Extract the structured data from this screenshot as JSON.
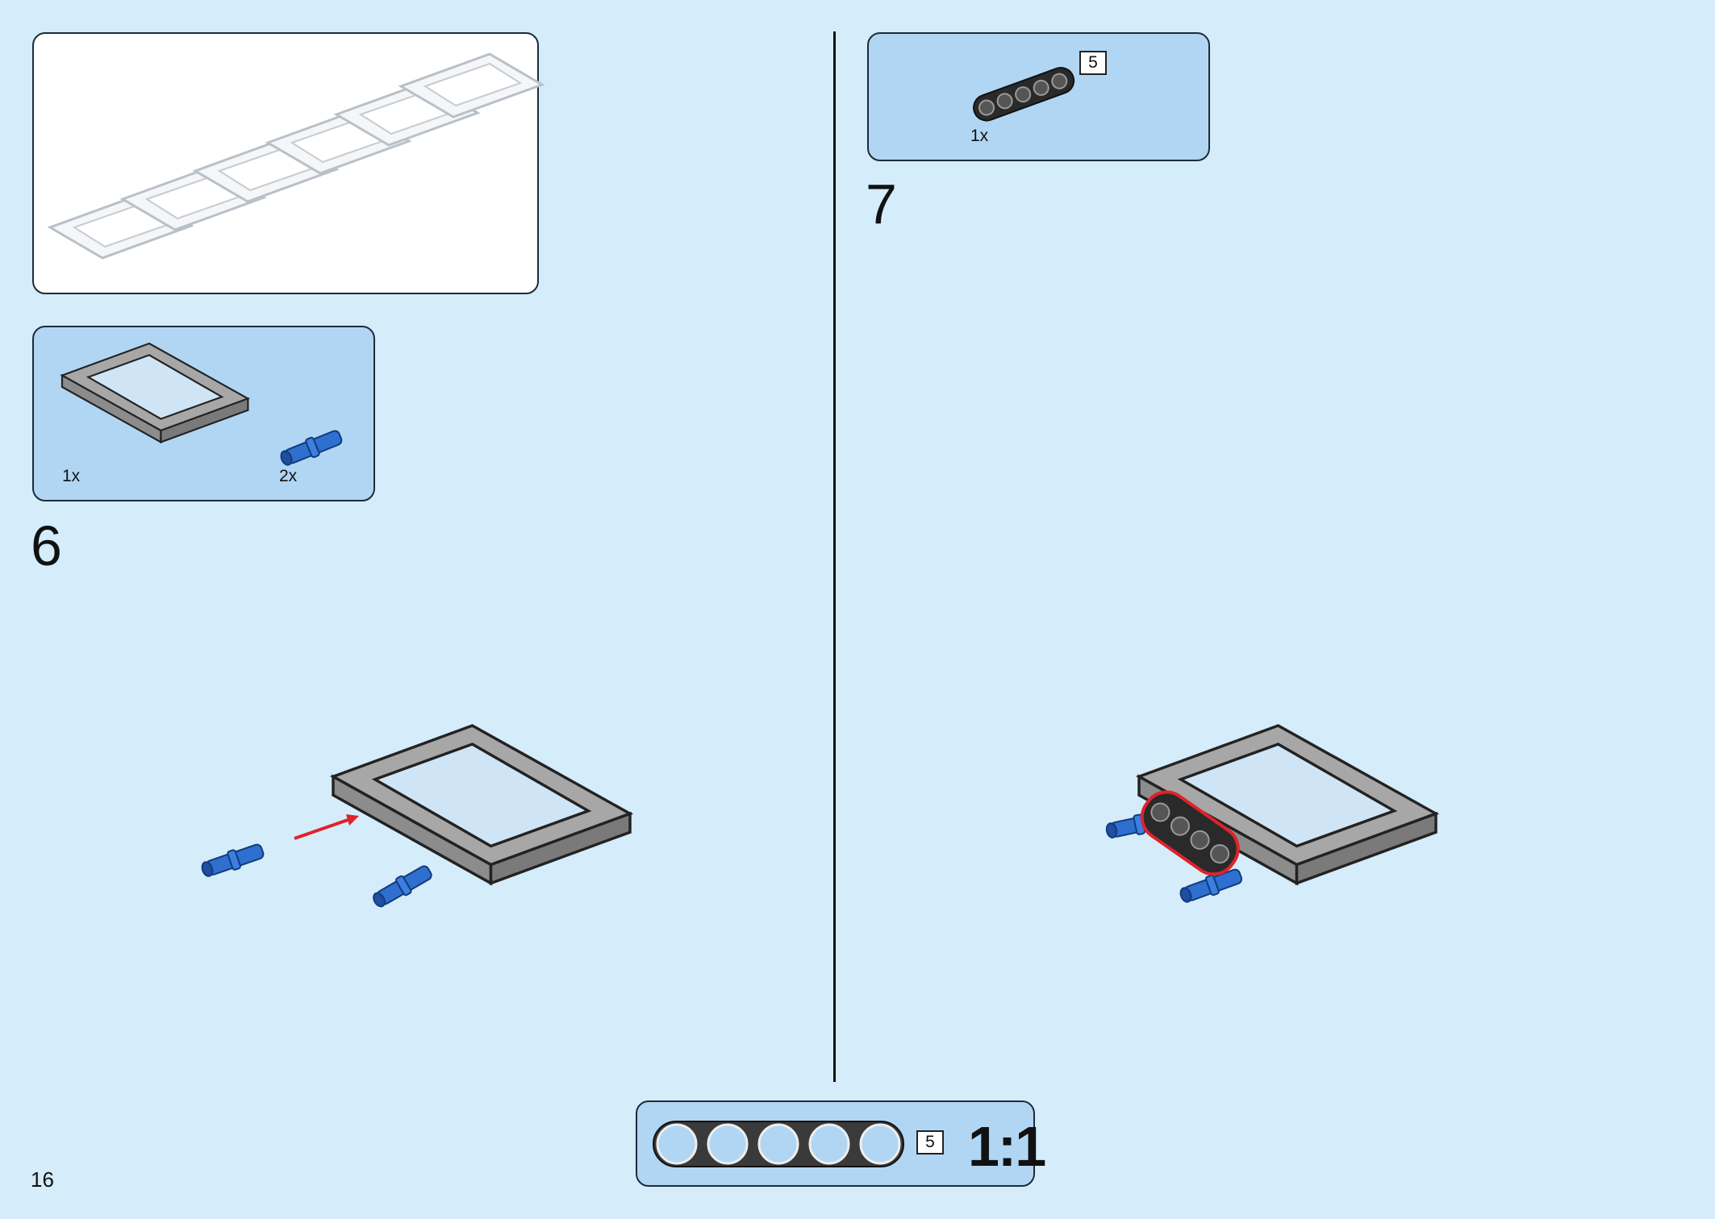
{
  "page": {
    "number": "16"
  },
  "callout": {
    "dimmed_frames_count": 6
  },
  "step6": {
    "number": "6",
    "parts": [
      {
        "name": "frame-5x7",
        "qty": "1x",
        "color": "#9a9a9a"
      },
      {
        "name": "friction-pin-blue",
        "qty": "2x",
        "color": "#2f6fd0"
      }
    ]
  },
  "step7": {
    "number": "7",
    "parts": [
      {
        "name": "beam-5-black",
        "qty": "1x",
        "length": "5",
        "color": "#2a2a2a"
      }
    ]
  },
  "ruler": {
    "length": "5",
    "scale": "1:1"
  },
  "colors": {
    "background": "#d5ecfa",
    "panel_blue": "#b0d6f4",
    "frame_gray": "#a3a3a3",
    "pin_blue": "#2f6fd0",
    "beam_black": "#2a2a2a",
    "highlight_red": "#e0222a"
  }
}
